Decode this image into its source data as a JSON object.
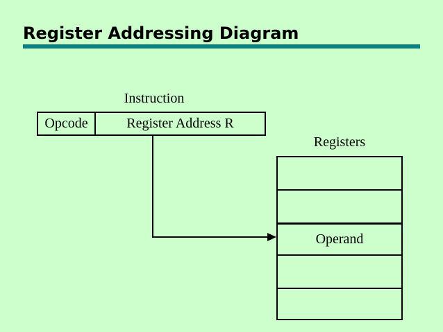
{
  "slide": {
    "title": "Register Addressing Diagram",
    "background_color": "#CCFFCC",
    "rule_color": "#0F8080",
    "text_color": "#000000"
  },
  "instruction": {
    "label": "Instruction",
    "fields": [
      {
        "name": "opcode",
        "label": "Opcode"
      },
      {
        "name": "register-address",
        "label": "Register Address R"
      }
    ]
  },
  "registers": {
    "label": "Registers",
    "rows": [
      {
        "label": ""
      },
      {
        "label": ""
      },
      {
        "label": "Operand"
      },
      {
        "label": ""
      },
      {
        "label": ""
      }
    ]
  },
  "connector": {
    "name": "register-address-to-operand-arrow",
    "from": "register-address",
    "to": "operand"
  }
}
